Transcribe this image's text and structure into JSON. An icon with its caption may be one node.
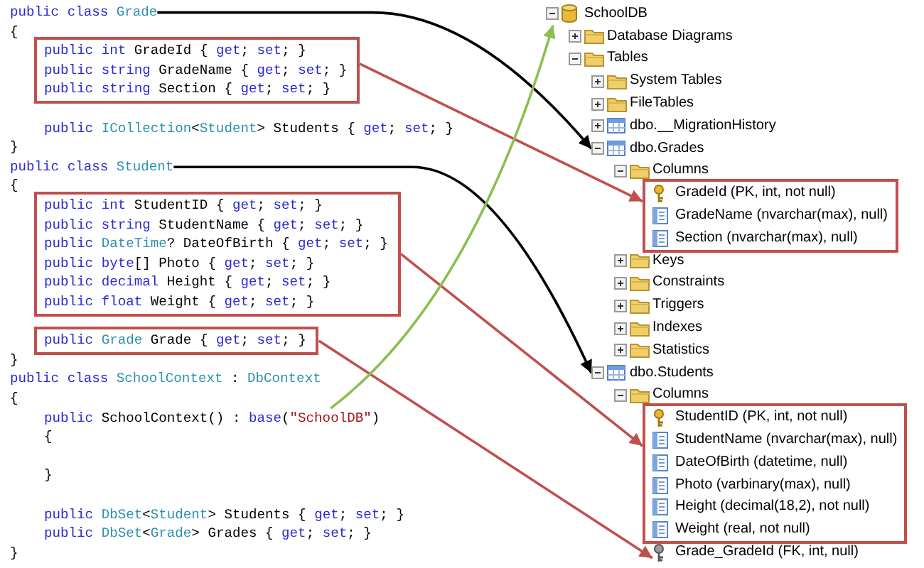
{
  "diagram": {
    "nodes": [
      {
        "text": [
          "public class Grade"
        ]
      },
      {
        "text": [
          "public int GradeId { get; set; }",
          "public string GradeName { get; set; }",
          "public string Section { get; set; }"
        ]
      },
      {
        "text": [
          "public class Student"
        ]
      },
      {
        "text": [
          "public int StudentID { get; set; }",
          "public string StudentName { get; set; }",
          "public DateTime? DateOfBirth { get; set; }",
          "public byte[] Photo { get; set; }",
          "public decimal Height { get; set; }",
          "public float Weight { get; set; }"
        ]
      },
      {
        "text": [
          "public Grade Grade { get; set; }"
        ]
      },
      {
        "text": [
          "public SchoolContext() : base(\"SchoolDB\")"
        ]
      },
      {
        "text": [
          "SchoolDB"
        ]
      },
      {
        "text": [
          "dbo.Grades"
        ]
      },
      {
        "text": [
          "GradeId (PK, int, not null)",
          "GradeName (nvarchar(max), null)",
          "Section (nvarchar(max), null)"
        ]
      },
      {
        "text": [
          "dbo.Students"
        ]
      },
      {
        "text": [
          "StudentID (PK, int, not null)",
          "StudentName (nvarchar(max), null)",
          "DateOfBirth (datetime, null)",
          "Photo (varbinary(max), null)",
          "Height (decimal(18,2), not null)",
          "Weight (real, not null)"
        ]
      },
      {
        "text": [
          "Grade_GradeId (FK, int, null)"
        ]
      }
    ],
    "edges": [
      {
        "from": 0,
        "to": 7,
        "arrow": "to",
        "color": "#000000"
      },
      {
        "from": 1,
        "to": 8,
        "arrow": "to"
      },
      {
        "from": 2,
        "to": 9,
        "arrow": "to",
        "color": "#000000"
      },
      {
        "from": 3,
        "to": 10,
        "arrow": "to"
      },
      {
        "from": 4,
        "to": 11,
        "arrow": "to"
      },
      {
        "from": 5,
        "to": 6,
        "arrow": "to",
        "color": "#8cbe50"
      }
    ],
    "labels": [
      "{",
      "public ICollection<Student> Students { get; set; }",
      "}",
      "{",
      "}",
      "public class SchoolContext : DbContext",
      "{",
      "{",
      "}",
      "public DbSet<Student> Students { get; set; }",
      "public DbSet<Grade> Grades { get; set; }",
      "}",
      "Database Diagrams",
      "Tables",
      "System Tables",
      "FileTables",
      "dbo.__MigrationHistory",
      "Columns",
      "Keys",
      "Constraints",
      "Triggers",
      "Indexes",
      "Statistics",
      "Columns"
    ]
  }
}
